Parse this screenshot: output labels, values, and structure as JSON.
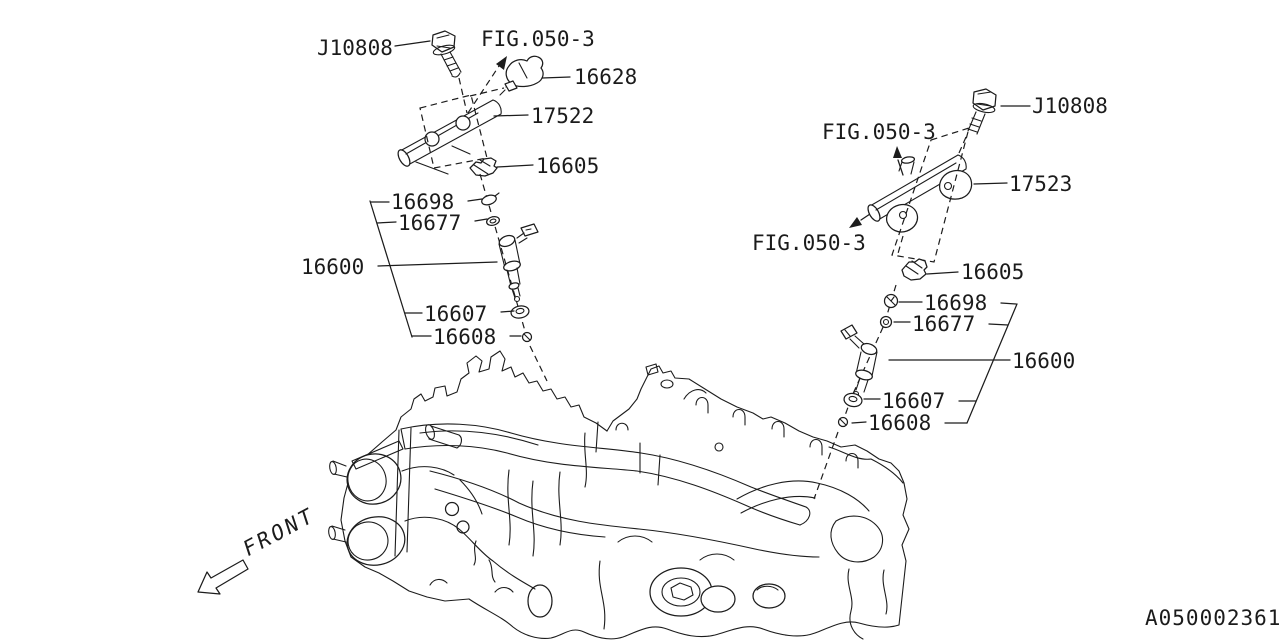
{
  "drawing": {
    "code": "A050002361",
    "front_label": "FRONT",
    "left": {
      "labels": [
        "J10808",
        "FIG.050-3",
        "16628",
        "17522",
        "16605",
        "16698",
        "16677",
        "16600",
        "16607",
        "16608"
      ]
    },
    "right": {
      "labels": [
        "J10808",
        "FIG.050-3",
        "FIG.050-3",
        "17523",
        "16605",
        "16698",
        "16677",
        "16600",
        "16607",
        "16608"
      ]
    }
  }
}
